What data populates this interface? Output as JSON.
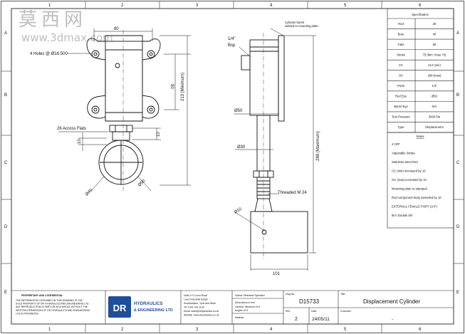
{
  "watermark": {
    "chars": "莫西网",
    "url": "www.3dmax.com"
  },
  "border": {
    "columns": [
      "1",
      "2",
      "3",
      "4",
      "5",
      "6"
    ],
    "rows": [
      "A",
      "B",
      "C",
      "D",
      "E"
    ]
  },
  "spec": {
    "title": "Specification",
    "rows": [
      {
        "key": "Rod",
        "value": "20"
      },
      {
        "key": "Bore",
        "value": "40"
      },
      {
        "key": "Tube",
        "value": "50"
      },
      {
        "key": "Stroke",
        "value": "75 (Min.+max +5)"
      },
      {
        "key": "CC",
        "value": "212 (min)"
      },
      {
        "key": "OC",
        "value": "288 (max)"
      },
      {
        "key": "Ports",
        "value": "1/4\""
      },
      {
        "key": "Rod Eye",
        "value": "Ø50"
      },
      {
        "key": "Barrel Eye",
        "value": "N/A"
      },
      {
        "key": "Test Pressure",
        "value": "3000 Psi"
      },
      {
        "key": "Type",
        "value": "Displacement"
      }
    ]
  },
  "notes": {
    "title": "Notes",
    "items": [
      "4 OFF",
      "Adjustable Stroke",
      "Stainless Steel Rod",
      "CC (min) increased by 10",
      "OC (max) increased by 10",
      "Mounting plate re-stamped",
      "Rod component body extended by 10",
      "EXTERNAL FEMALE PORT (1/4\")",
      "Ø in Double Sh!"
    ]
  },
  "dims_left": {
    "width_top": "80",
    "holes": "4 Holes @ Ø16.500",
    "center": "90",
    "height": "213 (Minimum)",
    "flats": "26 Across Flats",
    "d10a": "10",
    "d10b": "10",
    "eye_a": "Ø40",
    "eye_b": "Ø50"
  },
  "dims_right": {
    "port": "1/4\"",
    "port_sub": "Bsp",
    "barrel_note_1": "Cylinder barrel",
    "barrel_note_2": "welded to mounting plate",
    "tube": "Ø50",
    "rod": "Ø30",
    "thread": "Threaded M 24",
    "pin": "Ø10",
    "length": "101",
    "max": "288 (Maximum)"
  },
  "titleblock": {
    "prop_title": "PROPRIETARY AND CONFIDENTIAL",
    "prop_text": "THE INFORMATION CONTAINED IN THIS DRAWING IS THE SOLE PROPERTY OF DR HYDRAULICS AND ENGINEERING LTD. ANY REPRODUCTION IN PART OR AS A WHOLE WITHOUT THE WRITTEN PERMISSION OF DR HYDRAULICS AND ENGINEERING LTD IS PROHIBITED.",
    "logo_mark": "DR",
    "logo_line1": "HYDRAULICS",
    "logo_line2": "& ENGINEERING LTD",
    "address": [
      "Units 1+2 Luxor Road",
      "Luxor Industrial Estate",
      "Southampton, Tyne and Wear",
      "Tel: 0191 415 1133",
      "Email: sales@drhydraulics.co.uk",
      "Website: www.drhydraulics.co.uk"
    ],
    "unless": "Unless Otherwise Specified",
    "dims_mm": "Dimensions in mm",
    "tolerance": "General Tolerance ±0.5",
    "angles": "Angles ±0.5",
    "material_lbl": "Material:",
    "dwg_lbl": "Dwg No:",
    "dwg_no": "D15733",
    "title_lbl": "Title:",
    "title": "Displacement Cylinder",
    "rev_lbl": "Rev:",
    "rev": "2",
    "date_lbl": "Date:",
    "date": "24/05/11",
    "cust_lbl": "Customer:",
    "customer": "-"
  }
}
